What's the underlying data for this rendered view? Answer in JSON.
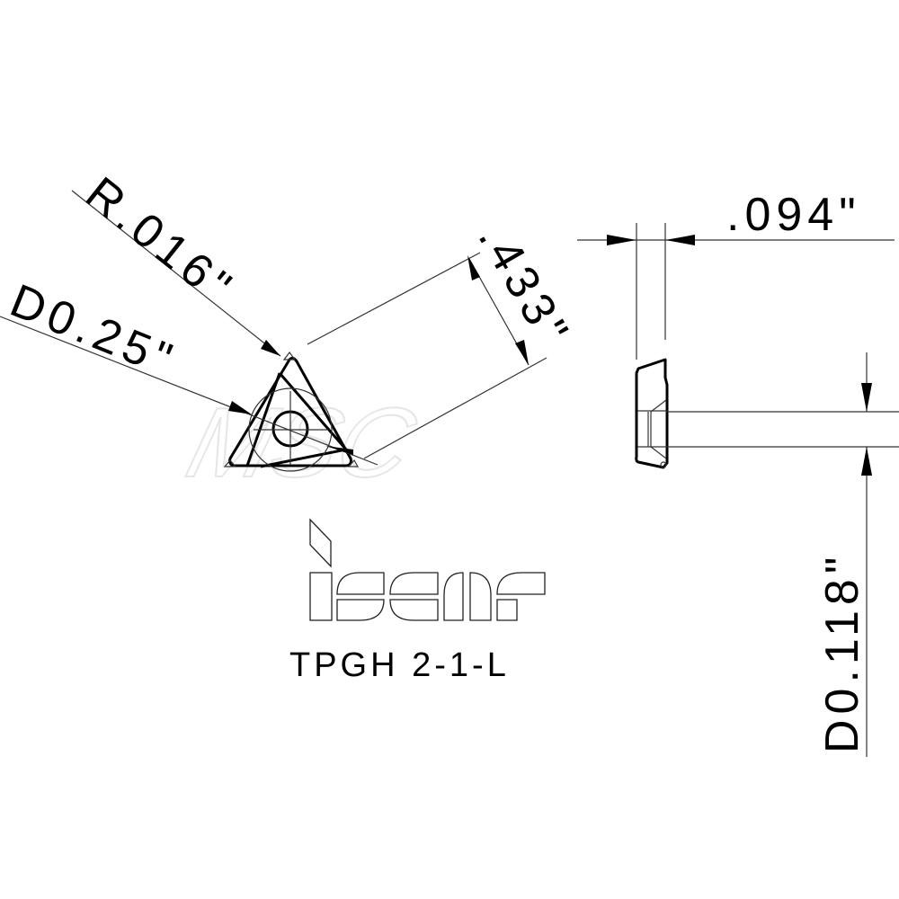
{
  "drawing": {
    "watermark": "MSC",
    "part_number": "TPGH 2-1-L",
    "brand": "iscar",
    "dimensions": {
      "corner_radius": "R.016\"",
      "inscribed_circle": "D0.25\"",
      "edge_length": ".433\"",
      "thickness": ".094\"",
      "hole_diameter": "D0.118\""
    },
    "views": [
      "top-view-triangle-insert",
      "side-view-insert"
    ]
  }
}
